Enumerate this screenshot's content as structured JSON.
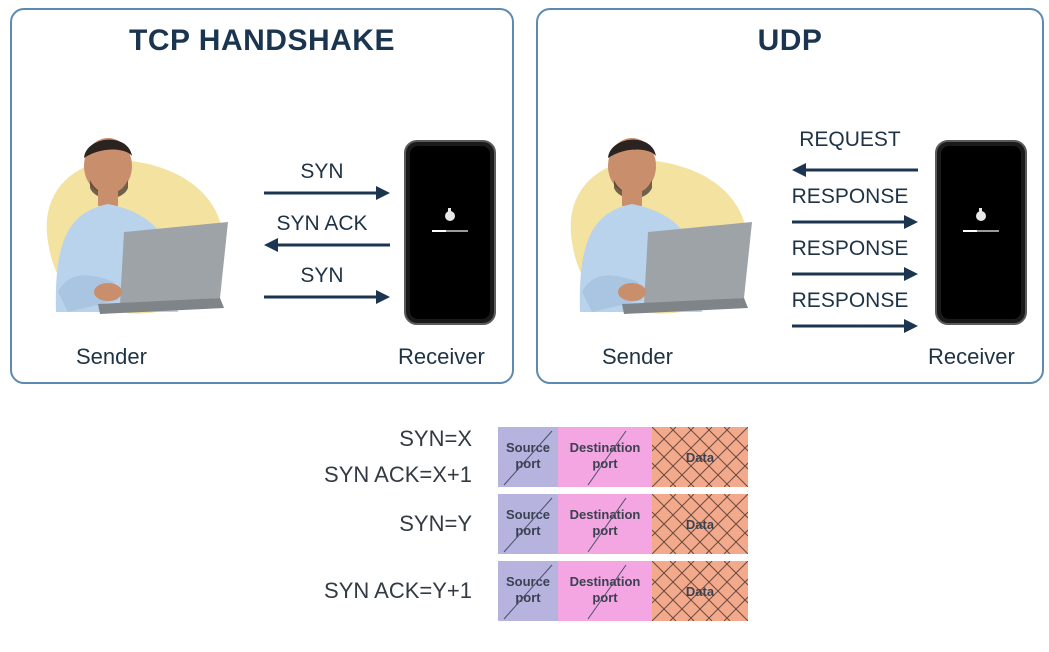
{
  "tcp": {
    "title": "TCP HANDSHAKE",
    "sender": "Sender",
    "receiver": "Receiver",
    "messages": [
      {
        "label": "SYN",
        "direction": "right"
      },
      {
        "label": "SYN ACK",
        "direction": "left"
      },
      {
        "label": "SYN",
        "direction": "right"
      }
    ]
  },
  "udp": {
    "title": "UDP",
    "sender": "Sender",
    "receiver": "Receiver",
    "messages": [
      {
        "label": "REQUEST",
        "direction": "left"
      },
      {
        "label": "RESPONSE",
        "direction": "right"
      },
      {
        "label": "RESPONSE",
        "direction": "right"
      },
      {
        "label": "RESPONSE",
        "direction": "right"
      }
    ]
  },
  "sequence": {
    "labels": [
      "SYN=X",
      "SYN ACK=X+1",
      "SYN=Y",
      "SYN ACK=Y+1"
    ],
    "packet_fields": {
      "source_line1": "Source",
      "source_line2": "port",
      "dest_line1": "Destination",
      "dest_line2": "port",
      "data": "Data"
    }
  },
  "colors": {
    "panel_border": "#5c8ab0",
    "arrow": "#1b3550",
    "blob": "#f3e2a0",
    "source_field": "#b7b3df",
    "dest_field": "#f4a6e2",
    "data_field": "#f2a98c"
  }
}
